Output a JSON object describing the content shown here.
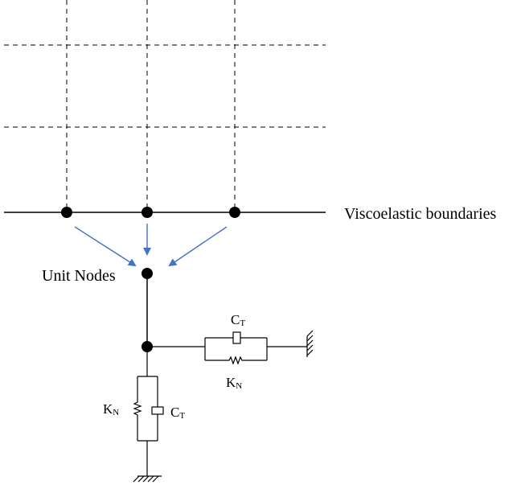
{
  "labels": {
    "boundary": "Viscoelastic boundaries",
    "unit_nodes": "Unit Nodes"
  },
  "horizontal_element": {
    "damper_symbol": "C",
    "damper_subscript": "T",
    "spring_symbol": "K",
    "spring_subscript": "N"
  },
  "vertical_element": {
    "damper_symbol": "C",
    "damper_subscript": "T",
    "spring_symbol": "K",
    "spring_subscript": "N"
  },
  "colors": {
    "line": "#000000",
    "arrow": "#4472C4",
    "node": "#000000"
  }
}
